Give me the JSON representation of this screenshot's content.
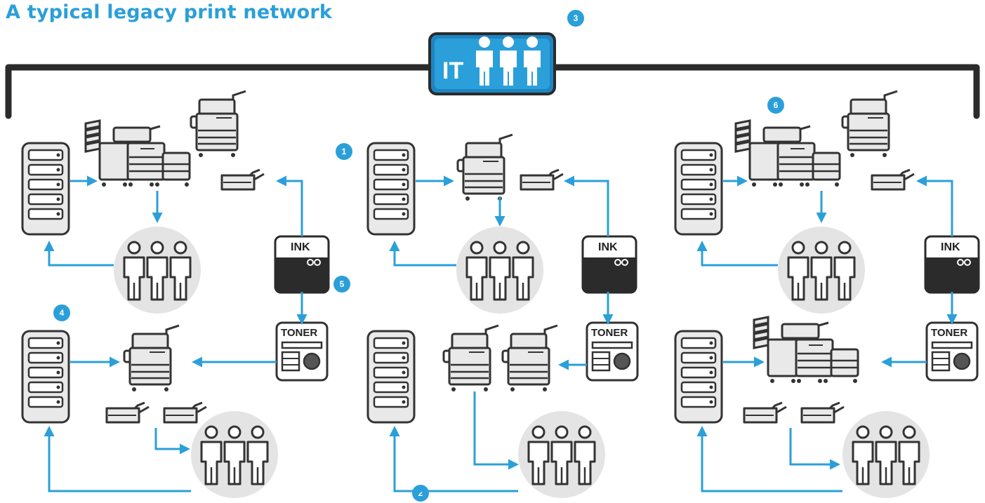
{
  "title": "A typical legacy print network",
  "it_label": "IT",
  "ink_label": "INK",
  "toner_label": "TONER",
  "badges": [
    "1",
    "2",
    "3",
    "4",
    "5",
    "6"
  ],
  "colors": {
    "accent": "#2b9fd9",
    "network": "#2b2b2b",
    "device": "#e9e9e9",
    "stroke": "#333333",
    "circle": "#e4e4e4"
  }
}
